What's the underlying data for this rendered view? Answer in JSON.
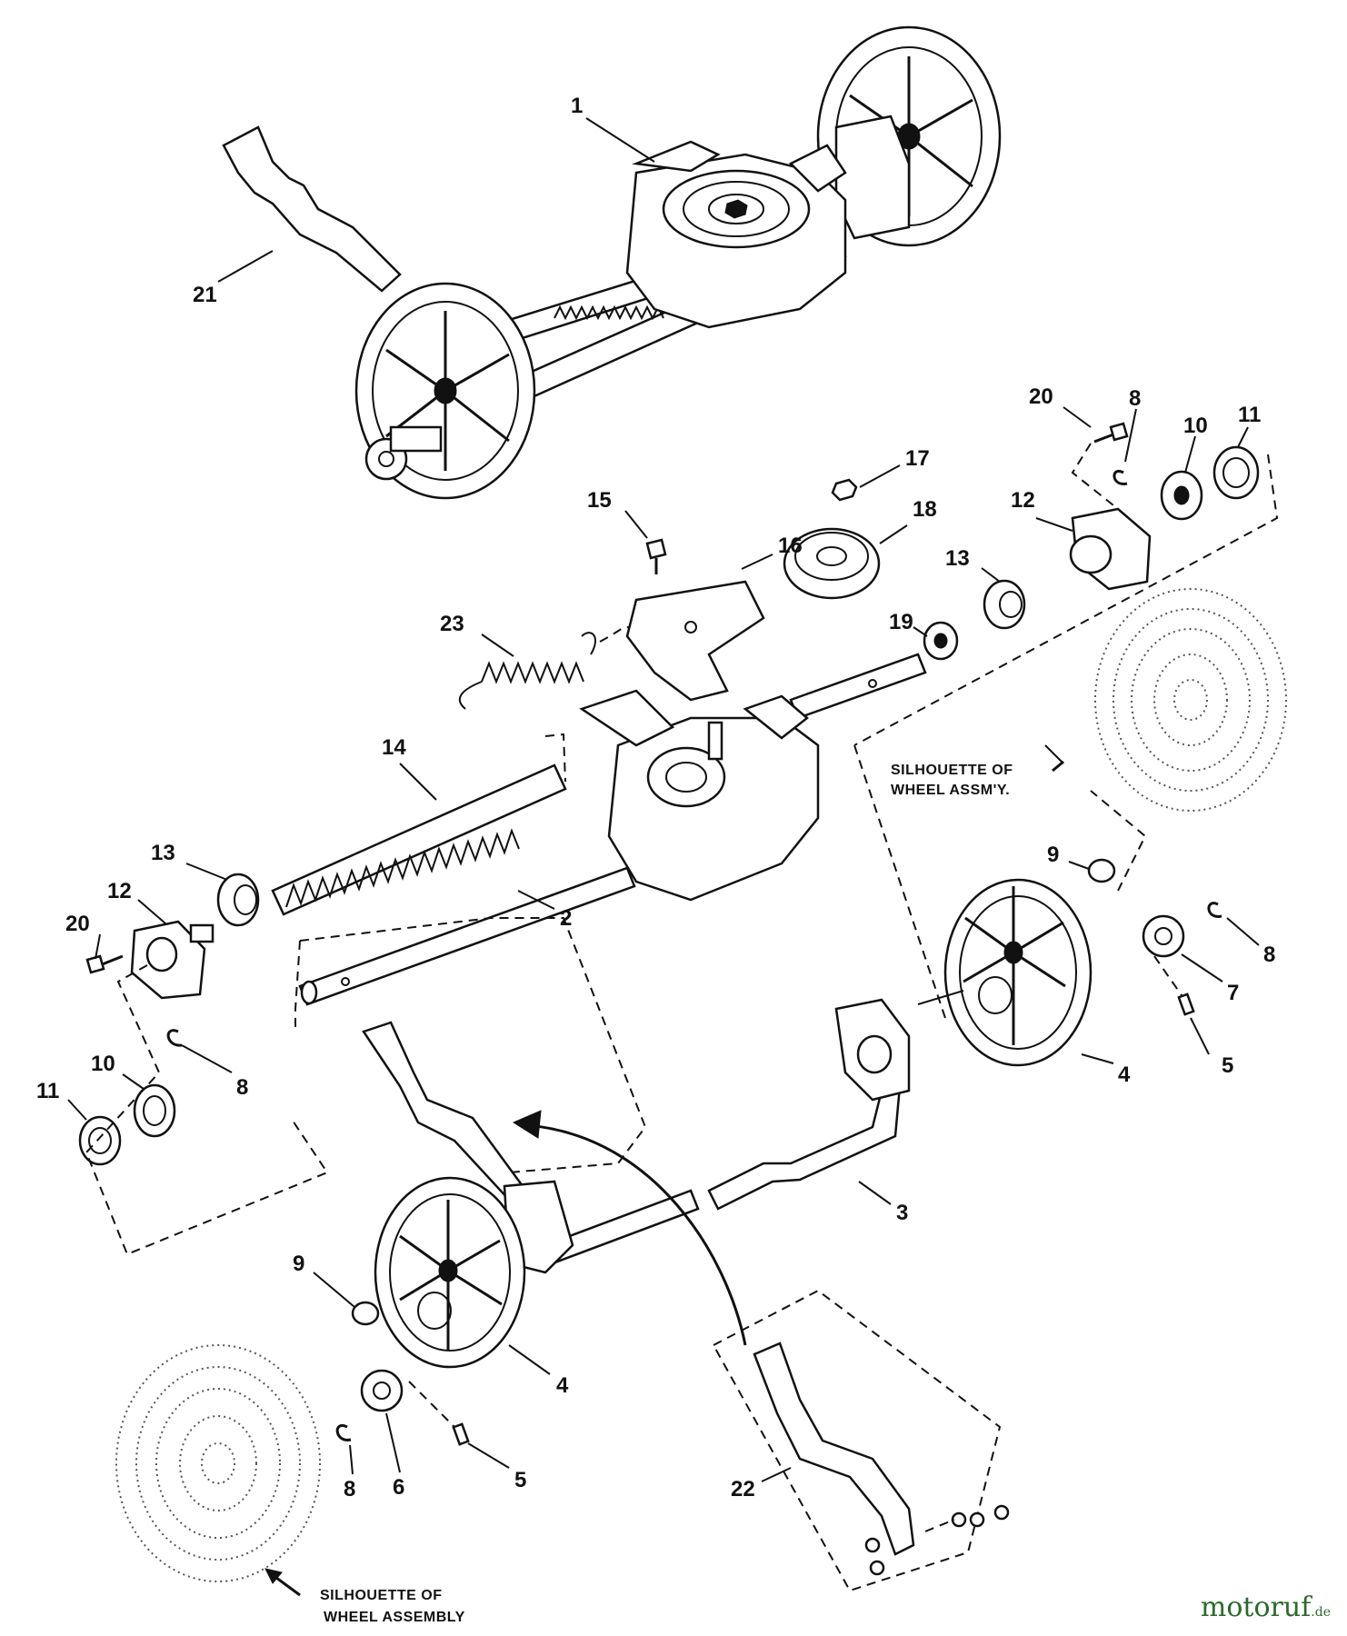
{
  "diagram": {
    "callouts": [
      "1",
      "21",
      "20",
      "8",
      "10",
      "11",
      "17",
      "15",
      "16",
      "18",
      "12",
      "13",
      "19",
      "23",
      "14",
      "2",
      "13",
      "12",
      "20",
      "8",
      "10",
      "11",
      "9",
      "8",
      "7",
      "5",
      "4",
      "3",
      "9",
      "4",
      "5",
      "6",
      "8",
      "22"
    ],
    "notes": {
      "wheel_assy_line1": "SILHOUETTE OF",
      "wheel_assy_line2": "WHEEL ASSM'Y.",
      "wheel_assembly_line1": "SILHOUETTE OF",
      "wheel_assembly_line2": "WHEEL ASSEMBLY"
    }
  },
  "watermark": {
    "name": "motoruf",
    "tld": ".de"
  }
}
